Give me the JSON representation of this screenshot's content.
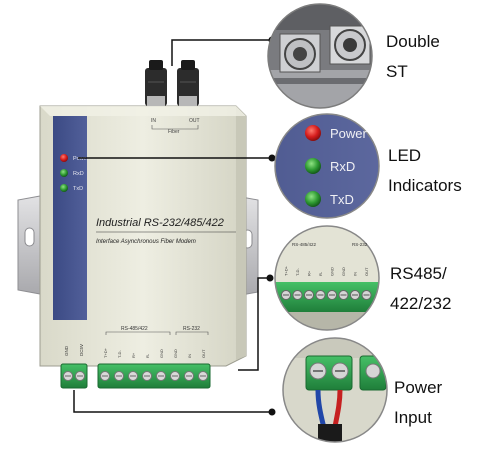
{
  "device": {
    "model_title": "Industrial RS-232/485/422",
    "subtitle": "Interface Asynchronous Fiber Modem",
    "fiber_label": "Fiber",
    "fiber_in": "IN",
    "fiber_out": "OUT",
    "led_labels": [
      "Power",
      "RxD",
      "TxD"
    ],
    "group_485": "RS-485/422",
    "group_232": "RS-232",
    "pin_labels": [
      "T+D+",
      "T-D-",
      "R+",
      "R-",
      "GND",
      "GND",
      "IN",
      "OUT"
    ],
    "power_pins": [
      "GND",
      "DC5V"
    ]
  },
  "callouts": {
    "fiber": [
      "Double",
      "ST"
    ],
    "led": [
      "LED",
      "Indicators"
    ],
    "serial": [
      "RS485/",
      "422/232"
    ],
    "power": [
      "Power",
      "Input"
    ]
  },
  "zoom_led": {
    "labels": [
      "Power",
      "RxD",
      "TxD"
    ]
  },
  "zoom_serial": {
    "group_485": "RS-485/422",
    "group_232": "RS-232",
    "pins": [
      "T+D+",
      "T-D-",
      "R+",
      "R-",
      "GND",
      "GND",
      "IN",
      "OUT"
    ]
  },
  "colors": {
    "body": "#e7e7d7",
    "panel": "#41508a",
    "bracket": "#c9c9cb",
    "terminal": "#2fa34f",
    "led_red": "#d81e1e",
    "led_green": "#2f9b33"
  }
}
